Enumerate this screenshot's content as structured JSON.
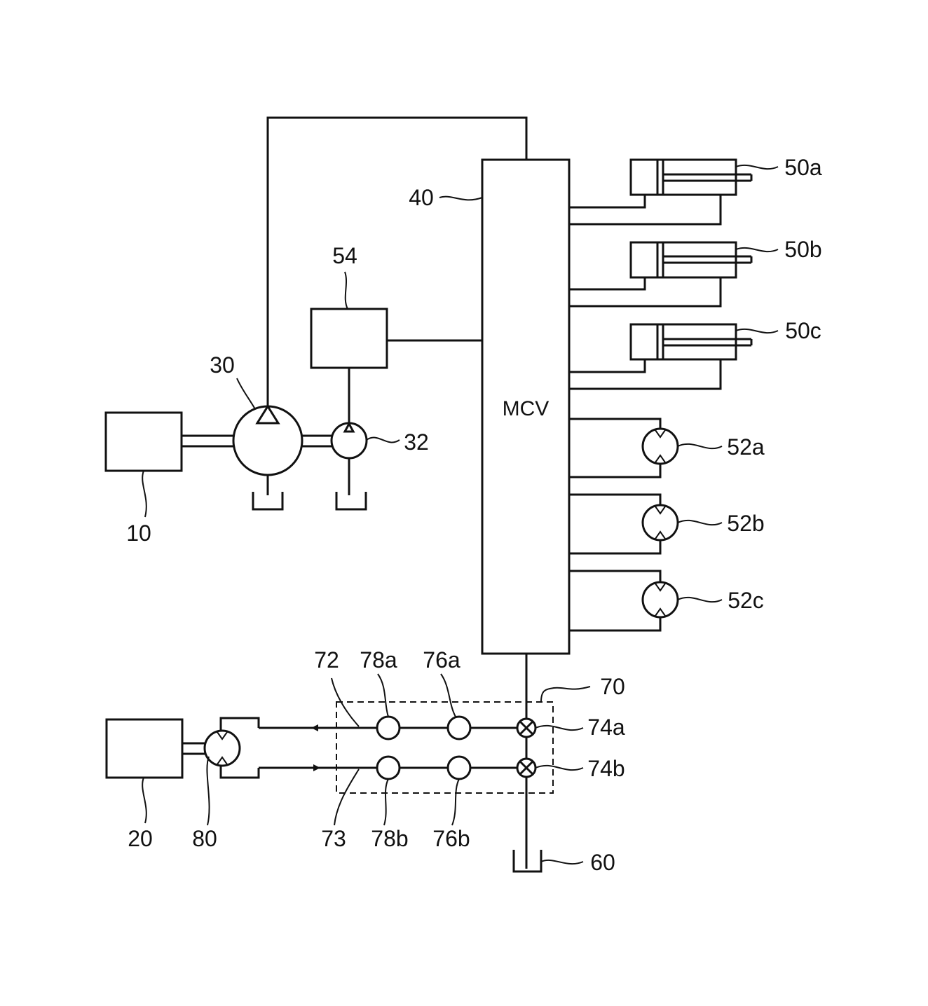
{
  "valve_block_label": "MCV",
  "labels": {
    "engine": "10",
    "aux_source": "20",
    "main_pump": "30",
    "pilot_pump": "32",
    "mcv": "40",
    "cylinder_a": "50a",
    "cylinder_b": "50b",
    "cylinder_c": "50c",
    "motor_a": "52a",
    "motor_b": "52b",
    "motor_c": "52c",
    "controller": "54",
    "tank": "60",
    "unit": "70",
    "line_upper": "72",
    "line_lower": "73",
    "valve_upper": "74a",
    "valve_lower": "74b",
    "sensor_upper_right": "76a",
    "sensor_lower_right": "76b",
    "sensor_upper_left": "78a",
    "sensor_lower_left": "78b",
    "aux_pump": "80"
  },
  "colors": {
    "stroke": "#111111",
    "background": "#ffffff"
  }
}
